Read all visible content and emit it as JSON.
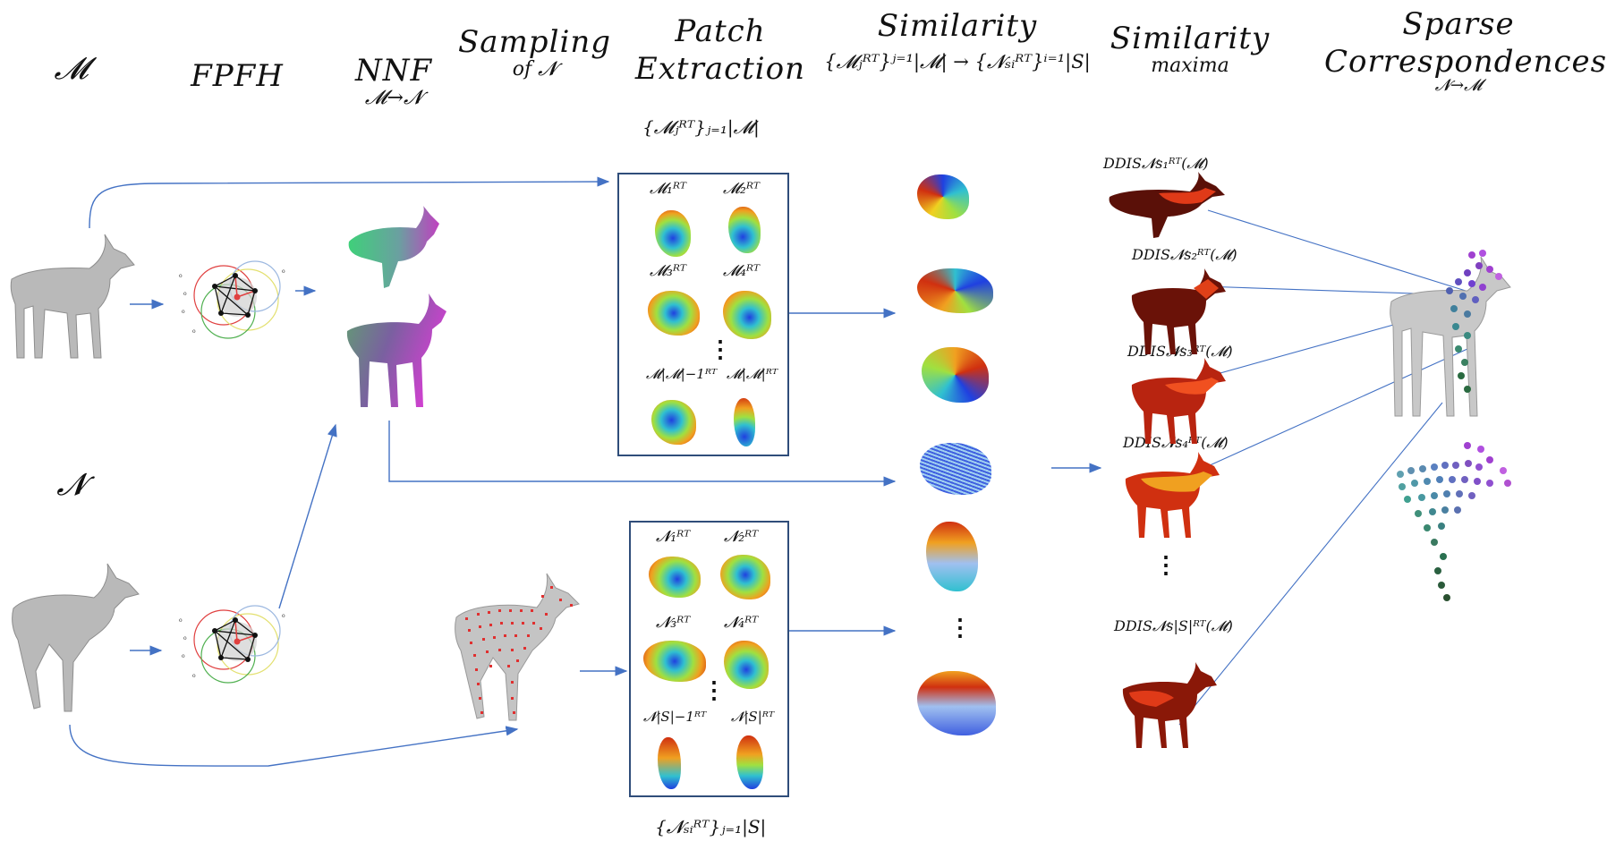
{
  "headers": {
    "m_label": "𝓜",
    "fpfh": "FPFH",
    "nnf": "NNF",
    "nnf_sub": "𝓜→𝓝",
    "sampling": "Sampling",
    "sampling_sub": "of 𝓝",
    "patch": "Patch",
    "extraction": "Extraction",
    "similarity": "Similarity",
    "similarity_sub": "{𝓜ⱼᴿᵀ}ʲ⁼¹|𝓜| → {𝓝ₛᵢᴿᵀ}ⁱ⁼¹|S|",
    "sim_max": "Similarity",
    "sim_max_sub": "maxima",
    "sparse": "Sparse",
    "correspondences": "Correspondences",
    "sparse_sub": "𝓝→𝓜",
    "n_label": "𝓝"
  },
  "patch_sets": {
    "m_set": "{𝓜ⱼᴿᵀ}ⱼ₌₁|𝓜|",
    "n_set": "{𝓝ₛᵢᴿᵀ}ⱼ₌₁|S|"
  },
  "m_patches": [
    "𝓜₁ᴿᵀ",
    "𝓜₂ᴿᵀ",
    "𝓜₃ᴿᵀ",
    "𝓜₄ᴿᵀ",
    "𝓜|𝓜|−1ᴿᵀ",
    "𝓜|𝓜|ᴿᵀ"
  ],
  "n_patches": [
    "𝓝₁ᴿᵀ",
    "𝓝₂ᴿᵀ",
    "𝓝₃ᴿᵀ",
    "𝓝₄ᴿᵀ",
    "𝓝|S|−1ᴿᵀ",
    "𝓝|S|ᴿᵀ"
  ],
  "ddis": [
    "DDIS𝓝s₁ᴿᵀ(𝓜)",
    "DDIS𝓝s₂ᴿᵀ(𝓜)",
    "DDIS𝓝s₃ᴿᵀ(𝓜)",
    "DDIS𝓝s₄ᴿᵀ(𝓜)",
    "DDIS𝓝s|S|ᴿᵀ(𝓜)"
  ],
  "ellipsis": "⋮",
  "colors": {
    "arrow": "#4472c4",
    "box_border": "#2f4d7a",
    "mesh_gray": "#b8b8b8"
  }
}
